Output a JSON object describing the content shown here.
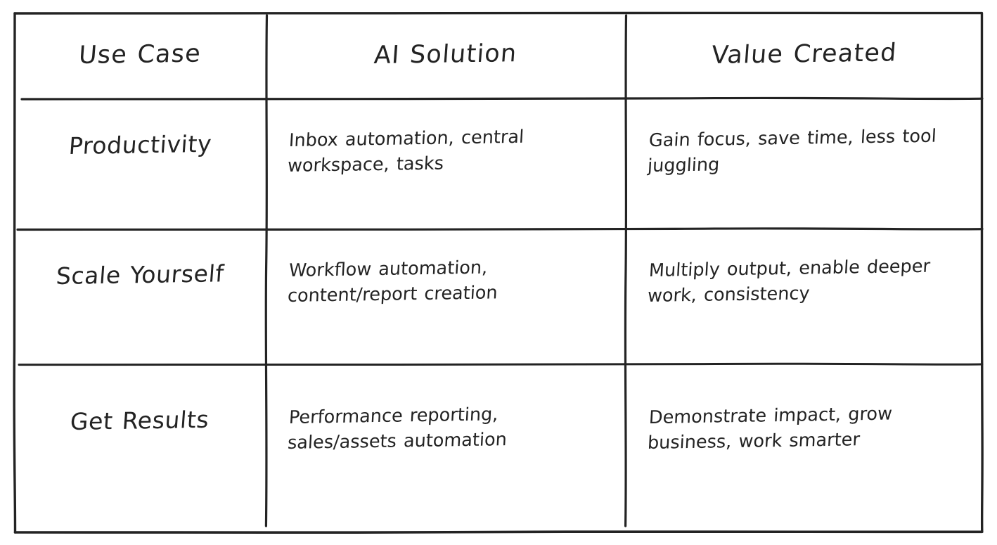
{
  "canvas": {
    "background_color": "#ffffff",
    "stroke_color": "#232323"
  },
  "table": {
    "name": "ai-use-case-table",
    "columns": [
      {
        "key": "use_case",
        "header": "Use Case"
      },
      {
        "key": "ai_solution",
        "header": "AI Solution"
      },
      {
        "key": "value",
        "header": "Value Created"
      }
    ],
    "rows": [
      {
        "use_case": "Productivity",
        "ai_solution": "Inbox automation, central workspace, tasks",
        "value": "Gain focus, save time, less tool juggling"
      },
      {
        "use_case": "Scale Yourself",
        "ai_solution": "Workflow automation, content/report creation",
        "value": "Multiply output, enable deeper work, consistency"
      },
      {
        "use_case": "Get Results",
        "ai_solution": "Performance reporting, sales/assets automation",
        "value": "Demonstrate impact, grow business, work smarter"
      }
    ]
  }
}
